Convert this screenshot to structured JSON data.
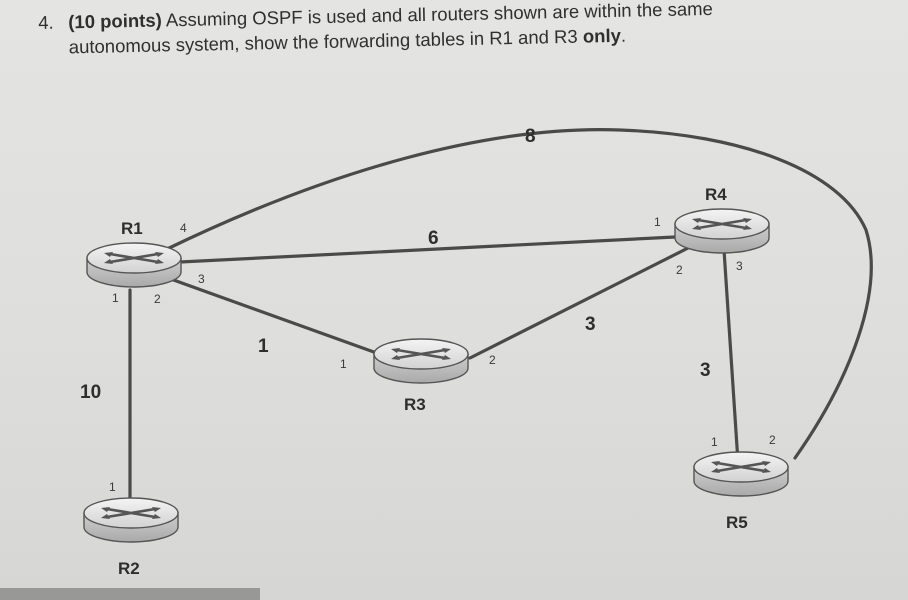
{
  "question": {
    "number": "4.",
    "points": "(10 points)",
    "line1_rest": " Assuming OSPF is used and all routers shown are within the same",
    "line2_text": "autonomous system, show the forwarding tables in R1 and R3 ",
    "line2_bold": "only",
    "line2_end": "."
  },
  "routers": {
    "R1": "R1",
    "R2": "R2",
    "R3": "R3",
    "R4": "R4",
    "R5": "R5"
  },
  "links": {
    "r1_r4_top": {
      "cost": "8",
      "port_r1": "4",
      "port_r5": "2"
    },
    "r1_r4": {
      "cost": "6",
      "port_r1": "3",
      "port_r4": "1"
    },
    "r1_r3": {
      "cost": "1",
      "port_r1": "2",
      "port_r3": "1"
    },
    "r1_r2": {
      "cost": "10",
      "port_r1": "1",
      "port_r2": "1"
    },
    "r3_r4": {
      "cost": "3",
      "port_r3": "2",
      "port_r4": "2"
    },
    "r4_r5": {
      "cost": "3",
      "port_r4": "3",
      "port_r5": "1"
    }
  }
}
